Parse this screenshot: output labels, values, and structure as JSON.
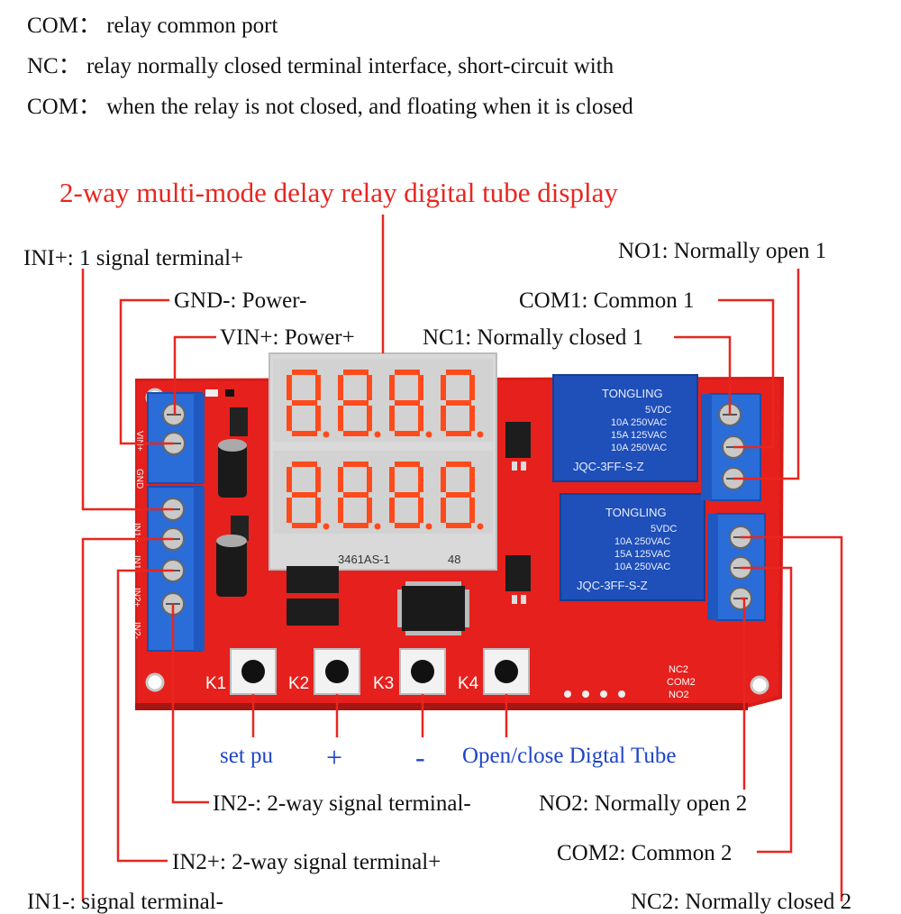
{
  "notes": [
    "COM： relay common port",
    "NC： relay normally closed terminal interface, short-circuit with",
    "COM： when the relay is not closed, and floating when it is closed"
  ],
  "title": "2-way multi-mode delay relay digital tube display",
  "labels": {
    "in1_plus": "INI+: 1 signal terminal+",
    "gnd": "GND-: Power-",
    "vin": "VIN+: Power+",
    "nc1": "NC1: Normally closed 1",
    "com1": "COM1: Common 1",
    "no1": "NO1: Normally open 1",
    "in2_minus": "IN2-: 2-way signal terminal-",
    "in2_plus": "IN2+: 2-way signal terminal+",
    "no2": "NO2: Normally open 2",
    "com2": "COM2: Common 2",
    "in1_minus_partial": "IN1-: signal terminal-",
    "nc2_partial": "NC2: Normally closed 2"
  },
  "buttons": {
    "k1": "set pu",
    "k2": "+",
    "k3": "-",
    "k4": "Open/close Digtal Tube"
  },
  "board": {
    "display_model": "3461AS-1",
    "display_code": "48",
    "relay_brand": "TONGLING",
    "relay_rating_1": "5VDC",
    "relay_rating_2": "10A 250VAC",
    "relay_rating_3": "15A 125VAC",
    "relay_rating_4": "10A 250VAC",
    "relay_model": "JQC-3FF-S-Z",
    "key_1": "K1",
    "key_2": "K2",
    "key_3": "K3",
    "key_4": "K4",
    "silk_vin": "VIN+",
    "silk_gnd": "GND",
    "silk_in1p": "IN1+",
    "silk_in1m": "IN1-",
    "silk_in2p": "IN2+",
    "silk_in2m": "IN2-",
    "silk_nc2": "NC2",
    "silk_com2": "COM2",
    "silk_no2": "NO2"
  },
  "colors": {
    "title": "#e8261f",
    "pcb": "#e6201c",
    "terminal": "#2a6cd8",
    "relay": "#1f4fb8",
    "leader": "#e8261f",
    "button_text": "#1f44c8"
  }
}
